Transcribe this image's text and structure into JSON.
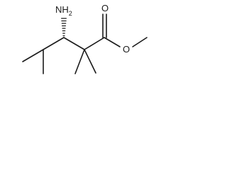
{
  "molecule": {
    "atoms": {
      "amine": {
        "element": "N",
        "hydrogens": "H",
        "count": "2"
      },
      "carbonyl_oxygen": {
        "element": "O"
      },
      "ester_oxygen": {
        "element": "O"
      }
    }
  }
}
